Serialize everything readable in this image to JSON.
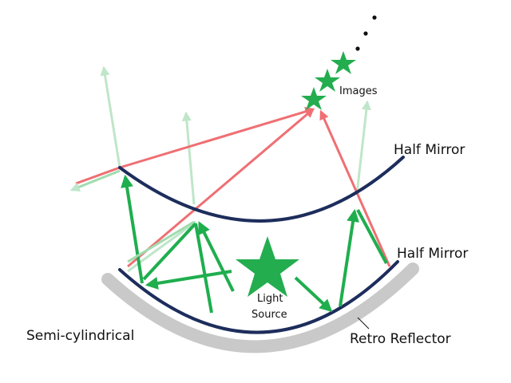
{
  "labels": {
    "images": "Images",
    "half_mirror_top": "Half Mirror",
    "half_mirror_bottom": "Half Mirror",
    "light_source_line1": "Light",
    "light_source_line2": "Source",
    "semi_cylindrical": "Semi-cylindrical",
    "retro_reflector": "Retro Reflector"
  },
  "colors": {
    "mirror": "#1d2d5c",
    "reflector": "#c9c9c9",
    "green_ray": "#1fae4e",
    "green_faint": "#bfe6c9",
    "red_ray": "#ef6f73",
    "star": "#23ad4f",
    "dots": "#111111"
  }
}
